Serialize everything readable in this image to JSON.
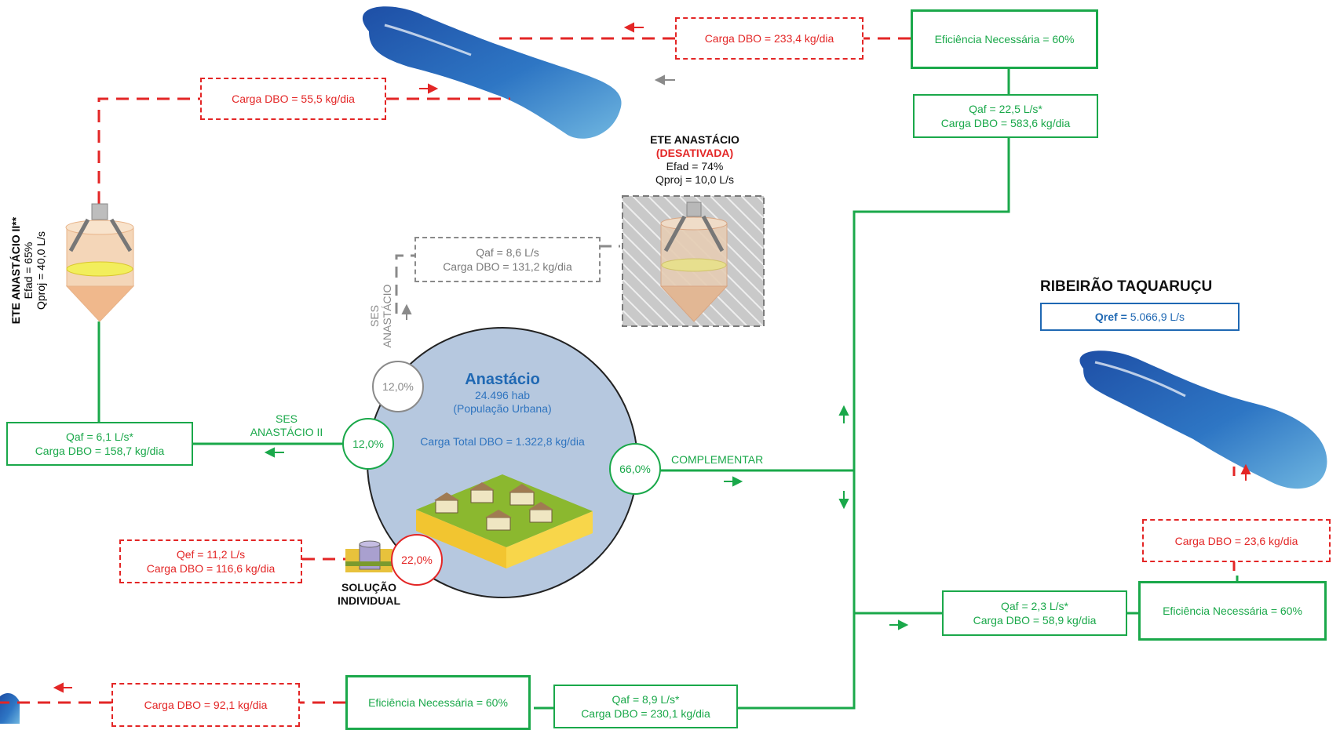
{
  "colors": {
    "red": "#e32626",
    "green": "#1aa84a",
    "gray": "#8a8a8a",
    "blue": "#1f68b3",
    "city": "#b6c8df"
  },
  "river_top": {
    "load_in": "Carga DBO = 233,4 kg/dia",
    "efficiency": "Eficiência Necessária  = 60%",
    "qaf": "Qaf = 22,5 L/s*",
    "load": "Carga DBO = 583,6 kg/dia"
  },
  "ete2": {
    "load_out": "Carga DBO = 55,5 kg/dia",
    "name": "ETE ANASTÁCIO II**",
    "efad": "Efad = 65%",
    "qproj": "Qproj = 40,0 L/s",
    "qaf": "Qaf = 6,1 L/s*",
    "load": "Carga DBO = 158,7 kg/dia",
    "ses": "SES",
    "ses_name": "ANASTÁCIO II",
    "pct": "12,0%"
  },
  "ete1": {
    "name": "ETE ANASTÁCIO",
    "status": "(DESATIVADA)",
    "efad": "Efad = 74%",
    "qproj": "Qproj = 10,0 L/s",
    "qaf": "Qaf = 8,6 L/s",
    "load": "Carga DBO = 131,2 kg/dia",
    "ses": "SES",
    "ses_name": "ANASTÁCIO",
    "pct": "12,0%"
  },
  "city": {
    "name": "Anastácio",
    "pop": "24.496 hab",
    "pop_note": "(População Urbana)",
    "total": "Carga Total DBO = 1.322,8 kg/dia"
  },
  "complementar": {
    "pct": "66,0%",
    "label": "COMPLEMENTAR"
  },
  "individual": {
    "pct": "22,0%",
    "qef": "Qef = 11,2 L/s",
    "load": "Carga DBO = 116,6 kg/dia",
    "label1": "SOLUÇÃO",
    "label2": "INDIVIDUAL"
  },
  "taquarucu": {
    "name": "RIBEIRÃO TAQUARUÇU",
    "qref_label": "Qref =",
    "qref_value": "5.066,9 L/s",
    "load_in": "Carga DBO = 23,6 kg/dia",
    "efficiency": "Eficiência Necessária  = 60%",
    "qaf": "Qaf = 2,3 L/s*",
    "load": "Carga DBO = 58,9 kg/dia"
  },
  "bottom": {
    "load_in": "Carga DBO = 92,1 kg/dia",
    "efficiency": "Eficiência Necessária  = 60%",
    "qaf": "Qaf = 8,9 L/s*",
    "load": "Carga DBO = 230,1 kg/dia"
  }
}
